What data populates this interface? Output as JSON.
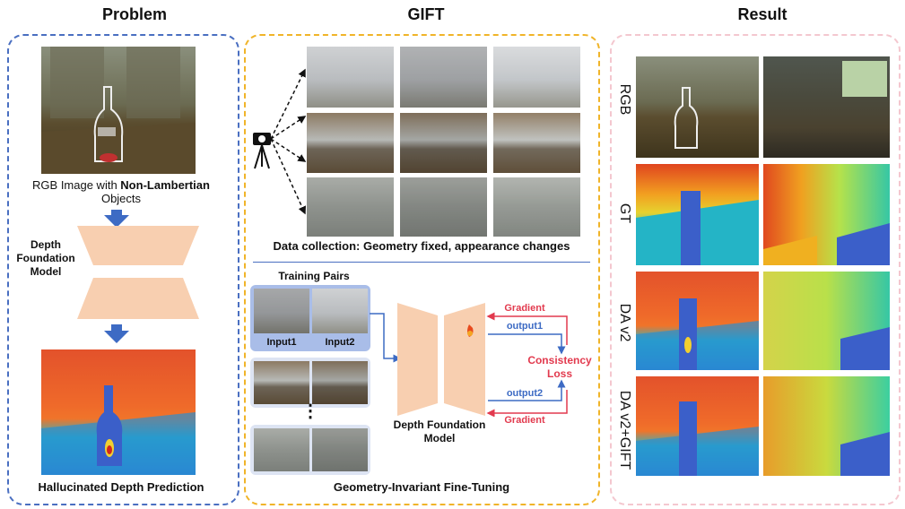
{
  "headers": {
    "problem": "Problem",
    "gift": "GIFT",
    "result": "Result"
  },
  "problem": {
    "caption_prefix": "RGB Image with ",
    "caption_bold": "Non-Lambertian",
    "caption_suffix": "Objects",
    "model_label": "Depth Foundation Model",
    "bottom_caption": "Hallucinated Depth Prediction"
  },
  "gift": {
    "collection_caption": "Data collection: Geometry fixed, appearance changes",
    "training_pairs": "Training Pairs",
    "input1": "Input1",
    "input2": "Input2",
    "ellipsis": "⋮",
    "gradient_top": "Gradient",
    "gradient_bottom": "Gradient",
    "output1": "output1",
    "output2": "output2",
    "consistency": "Consistency Loss",
    "model_label": "Depth Foundation Model",
    "finetune_caption": "Geometry-Invariant Fine-Tuning"
  },
  "result": {
    "rows": [
      "RGB",
      "GT",
      "DA v2",
      "DA v2+GIFT"
    ]
  },
  "colors": {
    "problem_border": "#4a6fc1",
    "gift_border": "#f0b429",
    "result_border": "#f4c7cf",
    "accent_red": "#e23a4e",
    "accent_blue": "#3d6bc4"
  }
}
